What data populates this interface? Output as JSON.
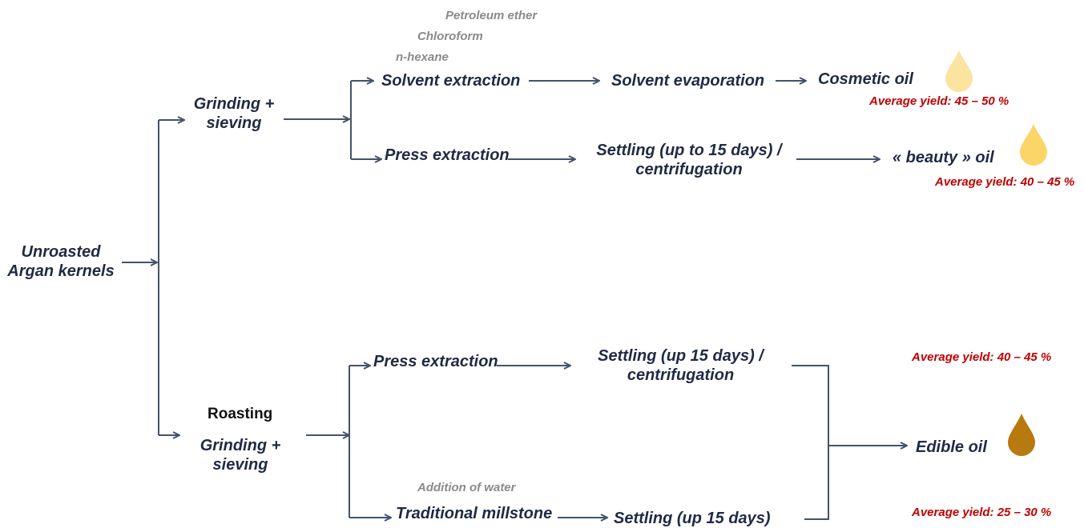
{
  "nodes": {
    "start": [
      "Unroasted",
      "Argan kernels"
    ],
    "grinding_top": [
      "Grinding +",
      "sieving"
    ],
    "solvent_extraction": "Solvent extraction",
    "solvent_evaporation": "Solvent evaporation",
    "cosmetic_oil": "Cosmetic oil",
    "press_extraction_top": "Press extraction",
    "settling_top": [
      "Settling (up to 15 days) /",
      "centrifugation"
    ],
    "beauty_oil": "« beauty » oil",
    "roasting": "Roasting",
    "grinding_bottom": [
      "Grinding +",
      "sieving"
    ],
    "press_extraction_bottom": "Press extraction",
    "settling_bottom": [
      "Settling (up 15 days) /",
      "centrifugation"
    ],
    "traditional_millstone": "Traditional millstone",
    "settling_millstone": "Settling (up 15 days)",
    "edible_oil": "Edible oil"
  },
  "solvents": [
    "Petroleum ether",
    "Chloroform",
    "n-hexane"
  ],
  "addition_of_water": "Addition of water",
  "yields": {
    "cosmetic": "Average yield: 45 – 50 %",
    "beauty": "Average yield: 40 – 45 %",
    "press_bottom": "Average yield: 40 – 45 %",
    "millstone": "Average yield: 25 – 30 %"
  },
  "colors": {
    "line": "#44536b",
    "text": "#1f2a44",
    "yield": "#c00000",
    "note": "#8a8a8a",
    "drop_cosmetic": "#fbe3a0",
    "drop_beauty": "#fcd568",
    "drop_edible": "#b8790f"
  },
  "icons": [
    "oil-drop-icon"
  ]
}
